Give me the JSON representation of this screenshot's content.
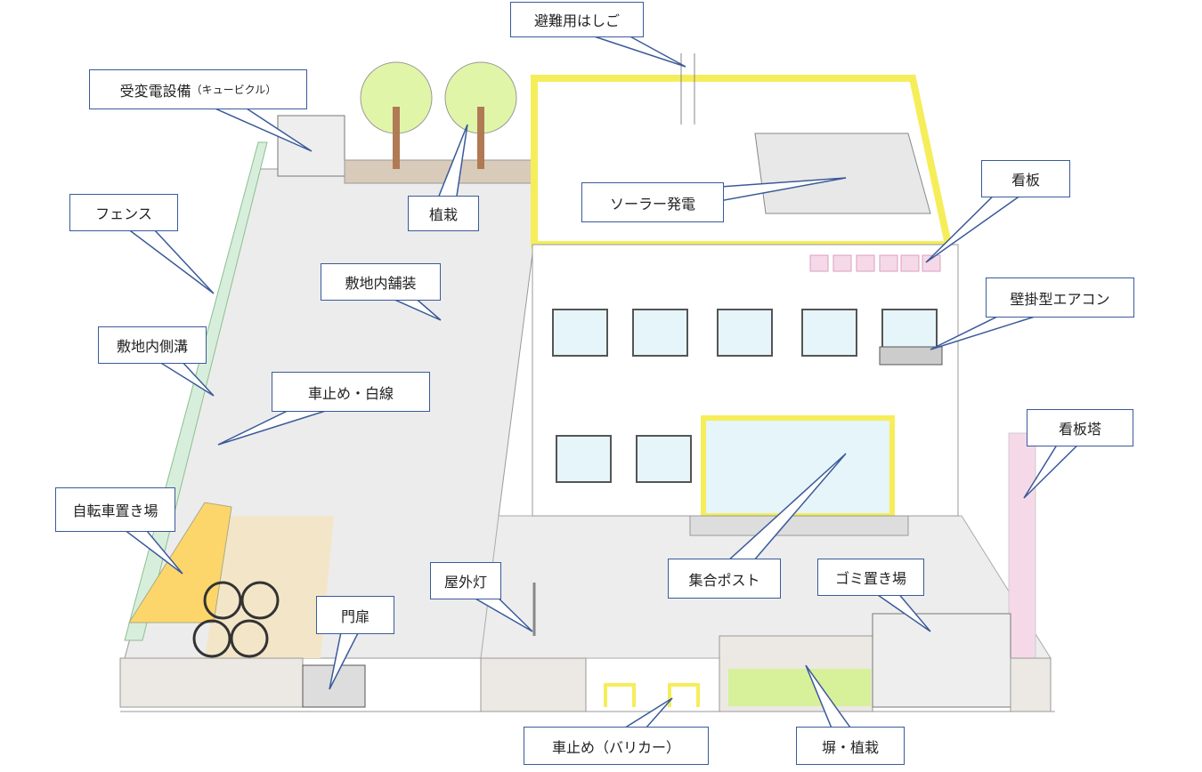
{
  "labels": {
    "ladder": "避難用はしご",
    "cubicle": "受変電設備",
    "cubicle_sub": "（キュービクル）",
    "planting": "植栽",
    "solar": "ソーラー発電",
    "sign": "看板",
    "fence": "フェンス",
    "paving": "敷地内舗装",
    "aircon": "壁掛型エアコン",
    "gutter": "敷地内側溝",
    "stopper_line": "車止め・白線",
    "sign_tower": "看板塔",
    "bicycle": "自転車置き場",
    "mailbox": "集合ポスト",
    "garbage": "ゴミ置き場",
    "light": "屋外灯",
    "gate": "門扉",
    "bollard": "車止め（バリカー）",
    "wall_planting": "塀・植栽"
  },
  "colors": {
    "callout_border": "#3a5a9a",
    "accent_yellow": "#f5ee5a",
    "sign_pink": "#f6d9e8",
    "ground": "#ece9e4"
  }
}
